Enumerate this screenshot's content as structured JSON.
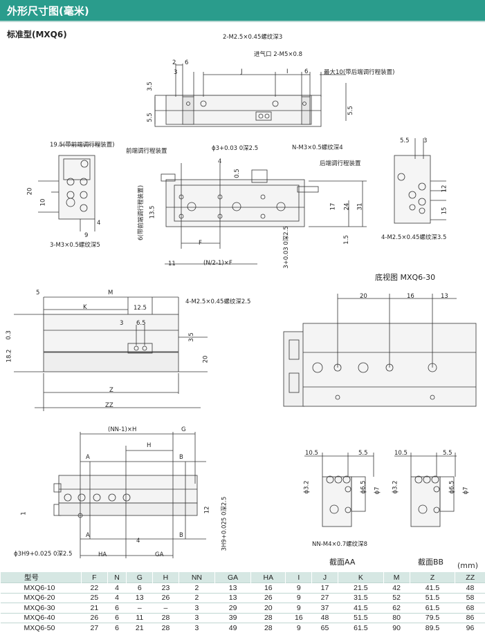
{
  "header": {
    "title": "外形尺寸图(毫米)"
  },
  "subtitle": "标准型(MXQ6)",
  "labels": {
    "m25_depth3": "2-M2.5×0.45螺纹深3",
    "port": "进气口 2-M5×0.8",
    "max10": "最大10(带后端调行程装置)",
    "d2": "2",
    "d6a": "6",
    "d3a": "3",
    "dJ": "J",
    "dI": "I",
    "d6b": "6",
    "d35a": "3.5",
    "d55a": "5.5",
    "d55b": "5.5",
    "d195": "19.5(带前端调行程装置)",
    "front_adj": "前端调行程装置",
    "phi3": "ϕ3+0.03 0深2.5",
    "nm3": "N-M3×0.5螺纹深4",
    "rear_adj": "后端调行程装置",
    "d4a": "4",
    "d05": "0.5",
    "d6front": "6(带前端调行程装置)",
    "d135": "13.5",
    "d17": "17",
    "d24": "24",
    "d31": "31",
    "d15a": "1.5",
    "dF": "F",
    "d11": "11",
    "nf": "(N/2-1)×F",
    "d3h": "3+0.03 0深2.5",
    "d20a": "20",
    "d10": "10",
    "d9": "9",
    "d4b": "4",
    "m3x5": "3-M3×0.5螺纹深5",
    "d55c": "5.5",
    "d3b": "3",
    "d12a": "12",
    "d15b": "15",
    "m25_35": "4-M2.5×0.45螺纹深3.5",
    "bottom_view": "底视图 MXQ6-30",
    "d5": "5",
    "dM": "M",
    "dK": "K",
    "d125": "12.5",
    "d3c": "3",
    "d65": "6.5",
    "m25_25": "4-M2.5×0.45螺纹深2.5",
    "d03": "0.3",
    "d182": "18.2",
    "d35b": "3.5",
    "d20b": "20",
    "dZ": "Z",
    "dZZ": "ZZ",
    "bv20": "20",
    "bv16": "16",
    "bv13": "13",
    "nnh": "(NN-1)×H",
    "dG": "G",
    "dH": "H",
    "dA1": "A",
    "dB1": "B",
    "dA2": "A",
    "dB2": "B",
    "d1": "1",
    "d12b": "12",
    "d3h9": "3H9+0.025 0深2.5",
    "phi3h9": "ϕ3H9+0.025 0深2.5",
    "dHA": "HA",
    "dGA": "GA",
    "d4c": "4",
    "s105a": "10.5",
    "s55a": "5.5",
    "s32a": "ϕ3.2",
    "s65a": "ϕ6.5",
    "s7a": "ϕ7",
    "s105b": "10.5",
    "s55b": "5.5",
    "s32b": "ϕ3.2",
    "s65b": "ϕ6.5",
    "s7b": "ϕ7",
    "nnm4": "NN-M4×0.7螺纹深8",
    "secAA": "截面AA",
    "secBB": "截面BB"
  },
  "unit": "(mm)",
  "table": {
    "columns": [
      "型号",
      "F",
      "N",
      "G",
      "H",
      "NN",
      "GA",
      "HA",
      "I",
      "J",
      "K",
      "M",
      "Z",
      "ZZ"
    ],
    "rows": [
      [
        "MXQ6-10",
        "22",
        "4",
        "6",
        "23",
        "2",
        "13",
        "16",
        "9",
        "17",
        "21.5",
        "42",
        "41.5",
        "48"
      ],
      [
        "MXQ6-20",
        "25",
        "4",
        "13",
        "26",
        "2",
        "13",
        "26",
        "9",
        "27",
        "31.5",
        "52",
        "51.5",
        "58"
      ],
      [
        "MXQ6-30",
        "21",
        "6",
        "–",
        "–",
        "3",
        "29",
        "20",
        "9",
        "37",
        "41.5",
        "62",
        "61.5",
        "68"
      ],
      [
        "MXQ6-40",
        "26",
        "6",
        "11",
        "28",
        "3",
        "39",
        "28",
        "16",
        "48",
        "51.5",
        "80",
        "79.5",
        "86"
      ],
      [
        "MXQ6-50",
        "27",
        "6",
        "21",
        "28",
        "3",
        "49",
        "28",
        "9",
        "65",
        "61.5",
        "90",
        "89.5",
        "96"
      ]
    ]
  }
}
